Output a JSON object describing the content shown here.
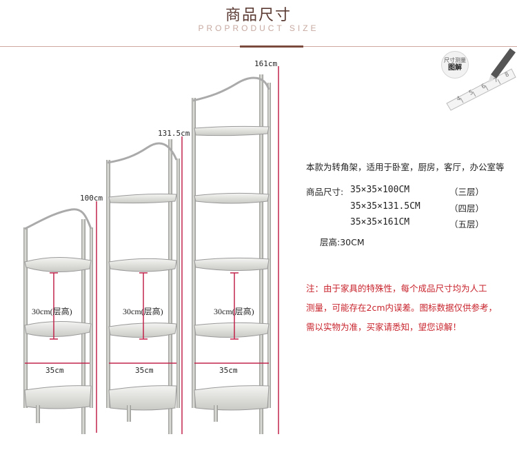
{
  "header": {
    "title": "商品尺寸",
    "subtitle": "PROPRODUCT SIZE"
  },
  "badge": {
    "line1": "尺寸测量",
    "line2": "图解"
  },
  "ruler_ticks": [
    "4",
    "5",
    "6",
    "7",
    "8"
  ],
  "dimensions": {
    "small_height": "100cm",
    "medium_height": "131.5cm",
    "large_height": "161cm",
    "layer_label": "30cm(层高)",
    "width_label": "35cm"
  },
  "info": {
    "intro": "本款为转角架，适用于卧室，厨房，客厅，办公室等",
    "size_label": "商品尺寸:",
    "sizes": [
      {
        "dims": "35×35×100CM",
        "tier": "（三层）"
      },
      {
        "dims": "35×35×131.5CM",
        "tier": "（四层）"
      },
      {
        "dims": "35×35×161CM",
        "tier": "（五层）"
      }
    ],
    "layer_height": "层高:30CM"
  },
  "notes": [
    "注：由于家具的特殊性，每个成品尺寸均为人工",
    "测量，可能存在2cm内误差。图标数据仅供参考，",
    "需以实物为准，买家请悉知，望您谅解！"
  ],
  "colors": {
    "accent": "#7a4a3c",
    "measure": "#c0234a",
    "note": "#c8232c"
  }
}
